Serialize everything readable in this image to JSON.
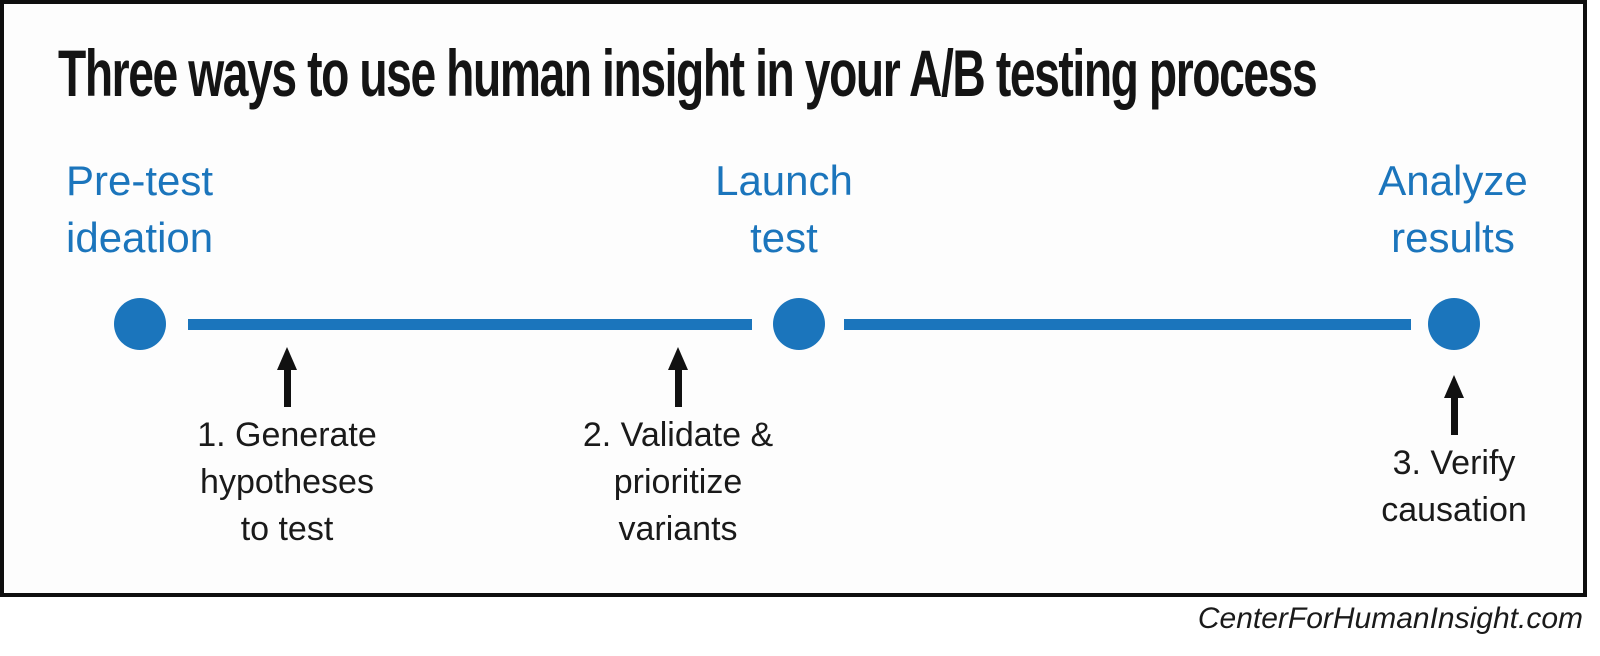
{
  "title": "Three ways to use human insight in your A/B testing process",
  "colors": {
    "accent_blue": "#1b75bc",
    "text_black": "#1a1a1a",
    "frame_border": "#0e0e0e",
    "background": "#fdfdfd"
  },
  "timeline": {
    "stages": [
      {
        "id": "pre-test-ideation",
        "label_lines": [
          "Pre-test",
          "ideation"
        ]
      },
      {
        "id": "launch-test",
        "label_lines": [
          "Launch",
          "test"
        ]
      },
      {
        "id": "analyze-results",
        "label_lines": [
          "Analyze",
          "results"
        ]
      }
    ],
    "annotations": [
      {
        "id": "generate-hypotheses",
        "label_lines": [
          "1. Generate",
          "hypotheses",
          "to test"
        ]
      },
      {
        "id": "validate-prioritize",
        "label_lines": [
          "2. Validate &",
          "prioritize",
          "variants"
        ]
      },
      {
        "id": "verify-causation",
        "label_lines": [
          "3. Verify",
          "causation"
        ]
      }
    ]
  },
  "footer": {
    "website": "CenterForHumanInsight.com"
  }
}
